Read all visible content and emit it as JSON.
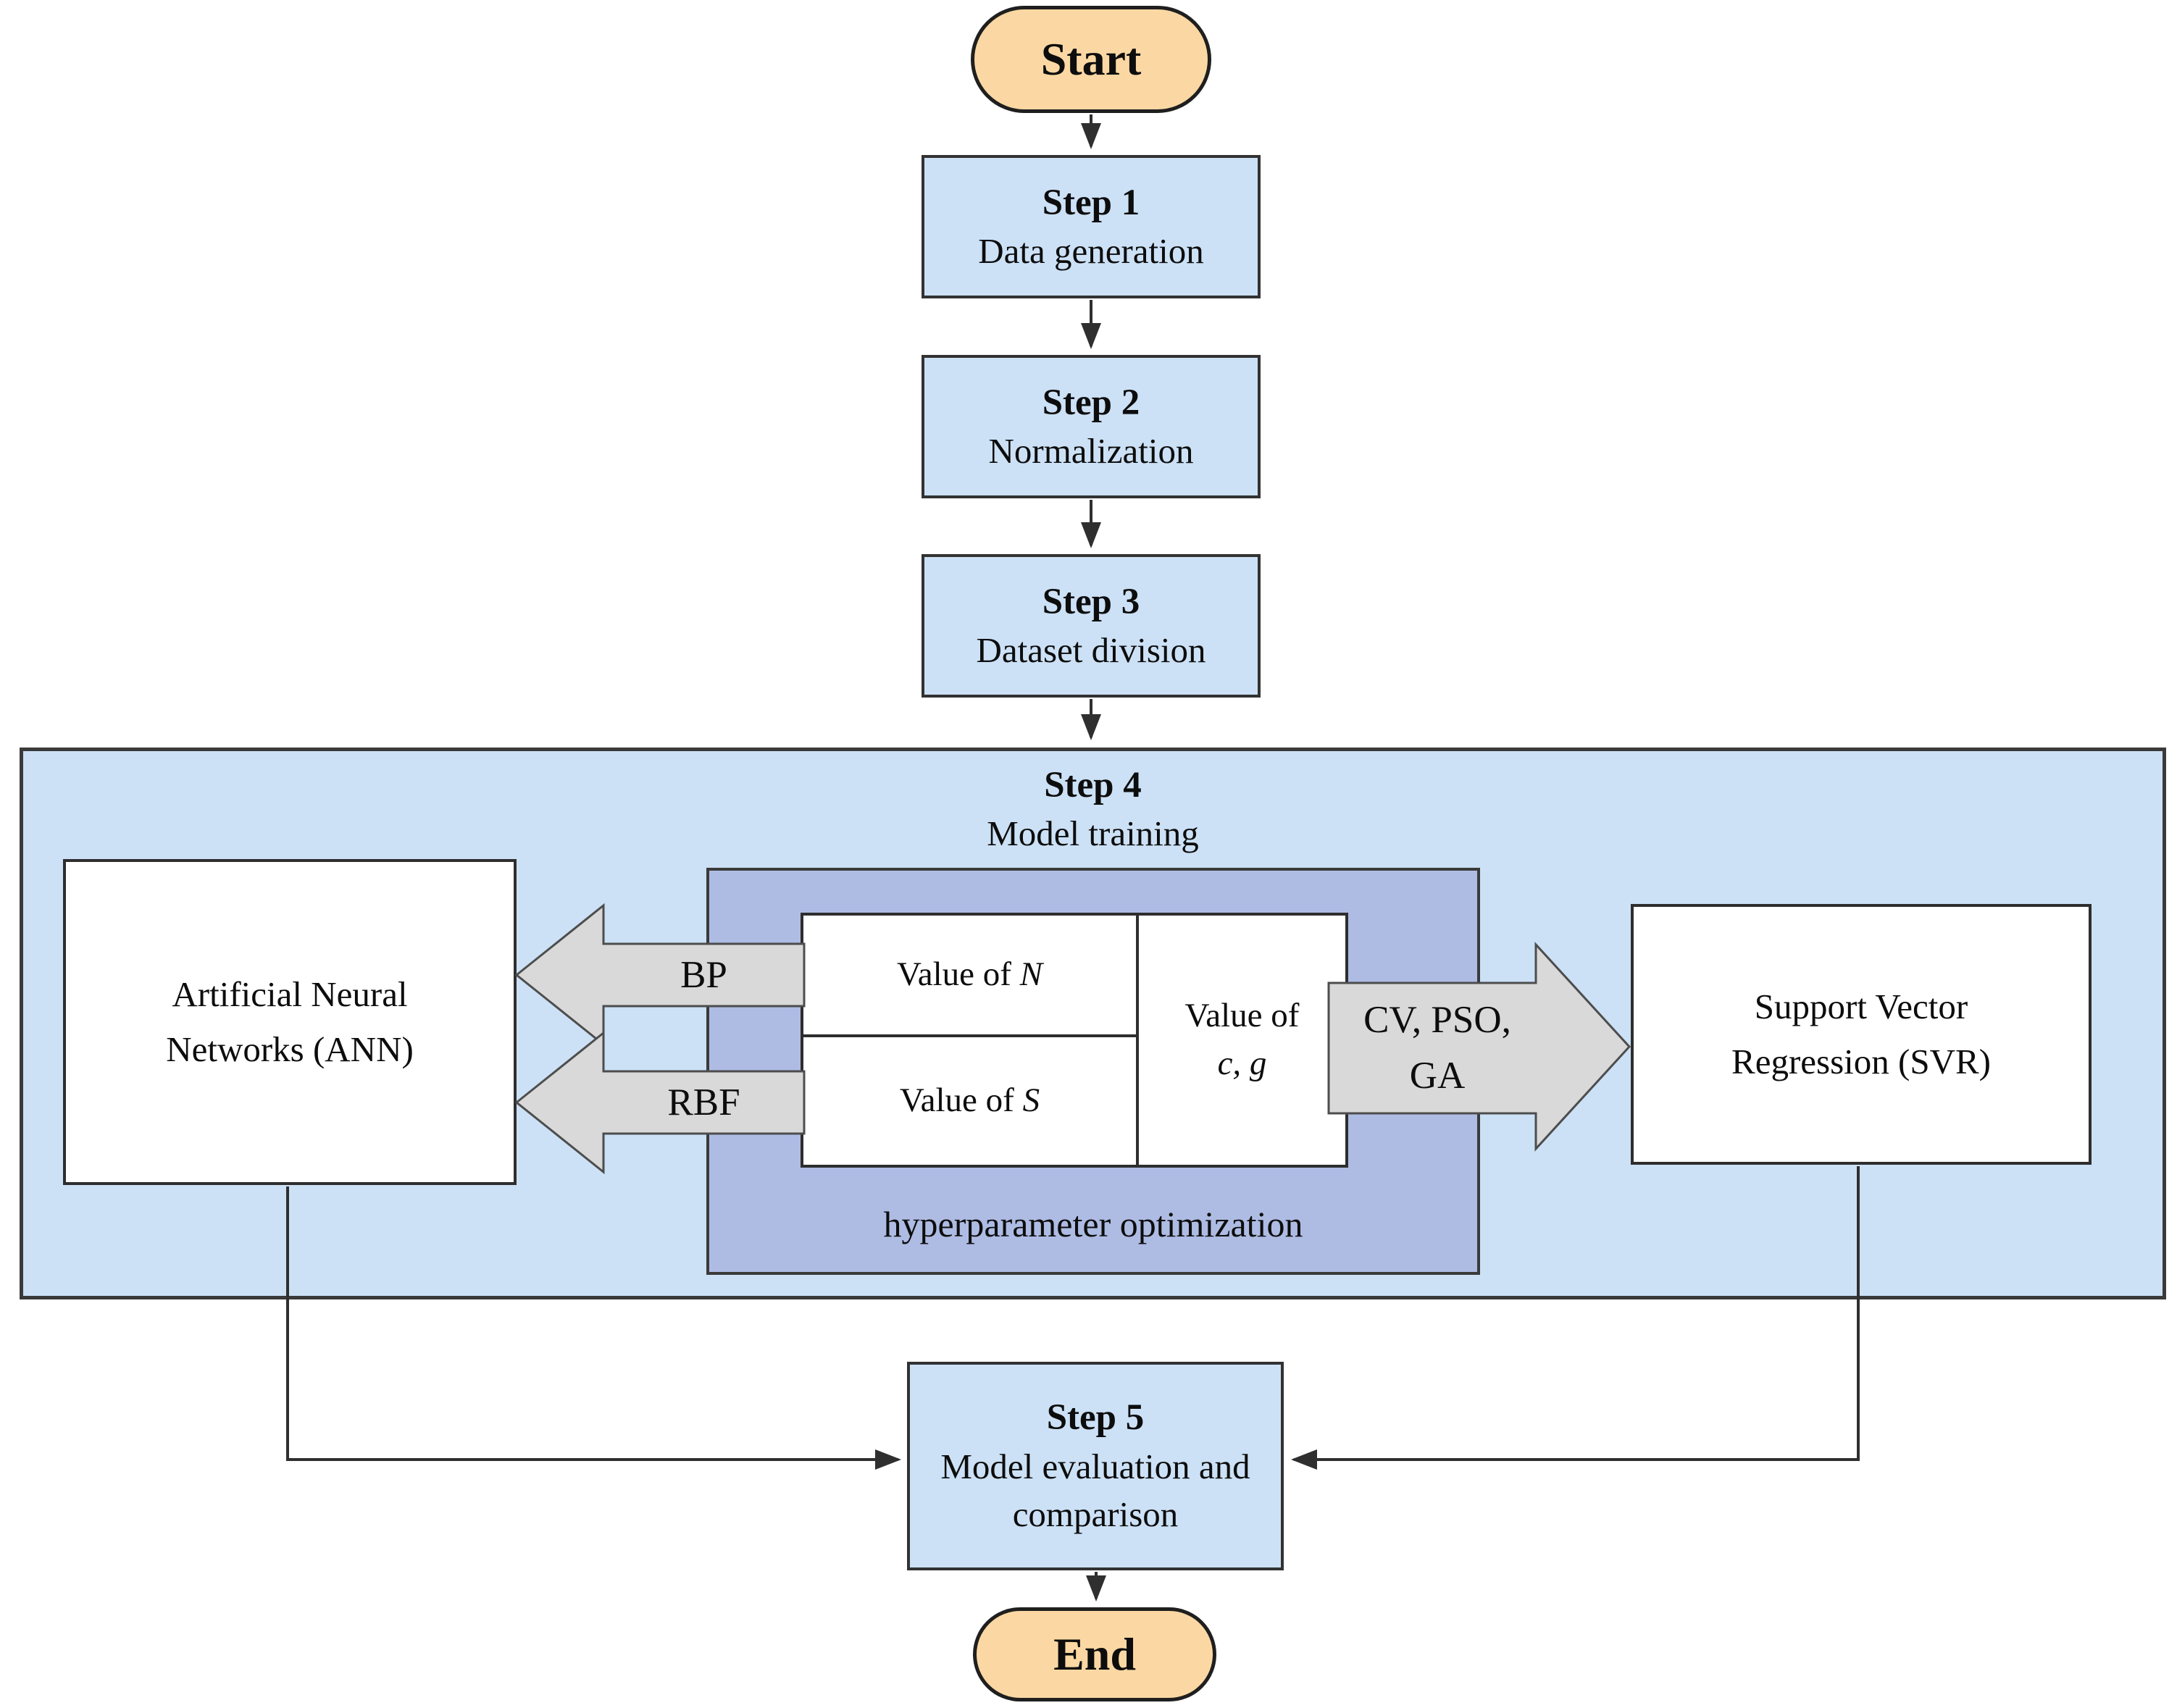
{
  "colors": {
    "light_blue": "#cce1f6",
    "periwinkle": "#aebce4",
    "peach": "#fbd8a3",
    "arrow_gray": "#d9d9d9",
    "box_border": "#2e2e2e",
    "connector": "#2f2f2f"
  },
  "nodes": {
    "start": {
      "label": "Start"
    },
    "step1": {
      "title": "Step 1",
      "subtitle": "Data generation"
    },
    "step2": {
      "title": "Step 2",
      "subtitle": "Normalization"
    },
    "step3": {
      "title": "Step 3",
      "subtitle": "Dataset division"
    },
    "step4": {
      "title": "Step 4",
      "subtitle": "Model training"
    },
    "ann": {
      "label": "Artificial Neural Networks (ANN)"
    },
    "hyperparameter": {
      "caption": "hyperparameter optimization"
    },
    "value_n": {
      "prefix": "Value of ",
      "variable": "N"
    },
    "value_s": {
      "prefix": "Value of ",
      "variable": "S"
    },
    "value_cg": {
      "prefix": "Value of",
      "variable": "c, g"
    },
    "svr": {
      "label": "Support Vector Regression (SVR)"
    },
    "step5": {
      "title": "Step 5",
      "subtitle": "Model evaluation and comparison"
    },
    "end": {
      "label": "End"
    }
  },
  "arrows": {
    "bp": {
      "label": "BP"
    },
    "rbf": {
      "label": "RBF"
    },
    "cv_pso_ga": {
      "line1": "CV,  PSO,",
      "line2": "GA"
    }
  }
}
